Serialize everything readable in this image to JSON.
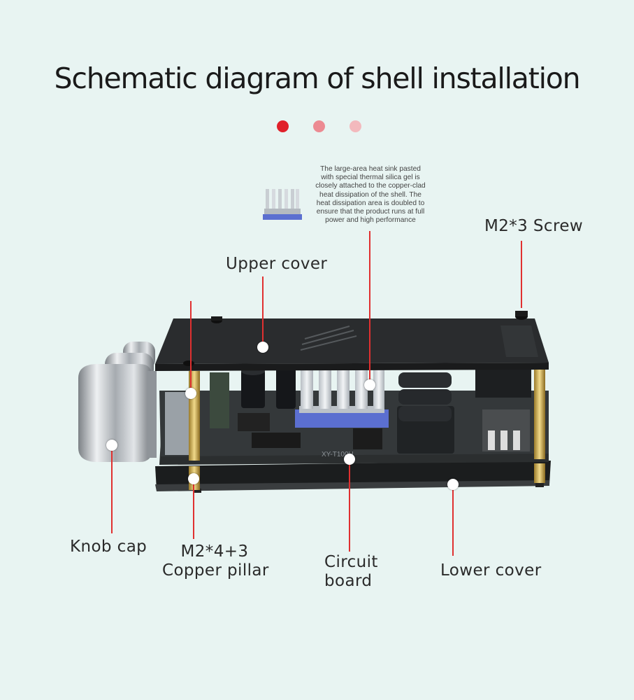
{
  "title": "Schematic diagram of shell installation",
  "colors": {
    "accent": "#e0202a",
    "dot_mid": "#ec8a92",
    "dot_light": "#f3b9bd",
    "leader": "#e03030",
    "background": "#e8f4f2"
  },
  "heat_sink_note": {
    "lines": [
      "The large-area heat sink pasted",
      "with special thermal silica gel is",
      "closely attached to the copper-clad",
      "heat dissipation of the shell. The",
      "heat dissipation area is doubled to",
      "ensure that the product runs at full",
      "power and high performance"
    ]
  },
  "labels": {
    "screw": "M2*3 Screw",
    "upper_cover": "Upper cover",
    "knob_cap": "Knob cap",
    "pillar_line1": "M2*4+3",
    "pillar_line2": "Copper pillar",
    "board_line1": "Circuit",
    "board_line2": "board",
    "lower_cover": "Lower cover"
  },
  "board_print": "XY-T100H",
  "icons": [
    "heat-sink-icon"
  ]
}
